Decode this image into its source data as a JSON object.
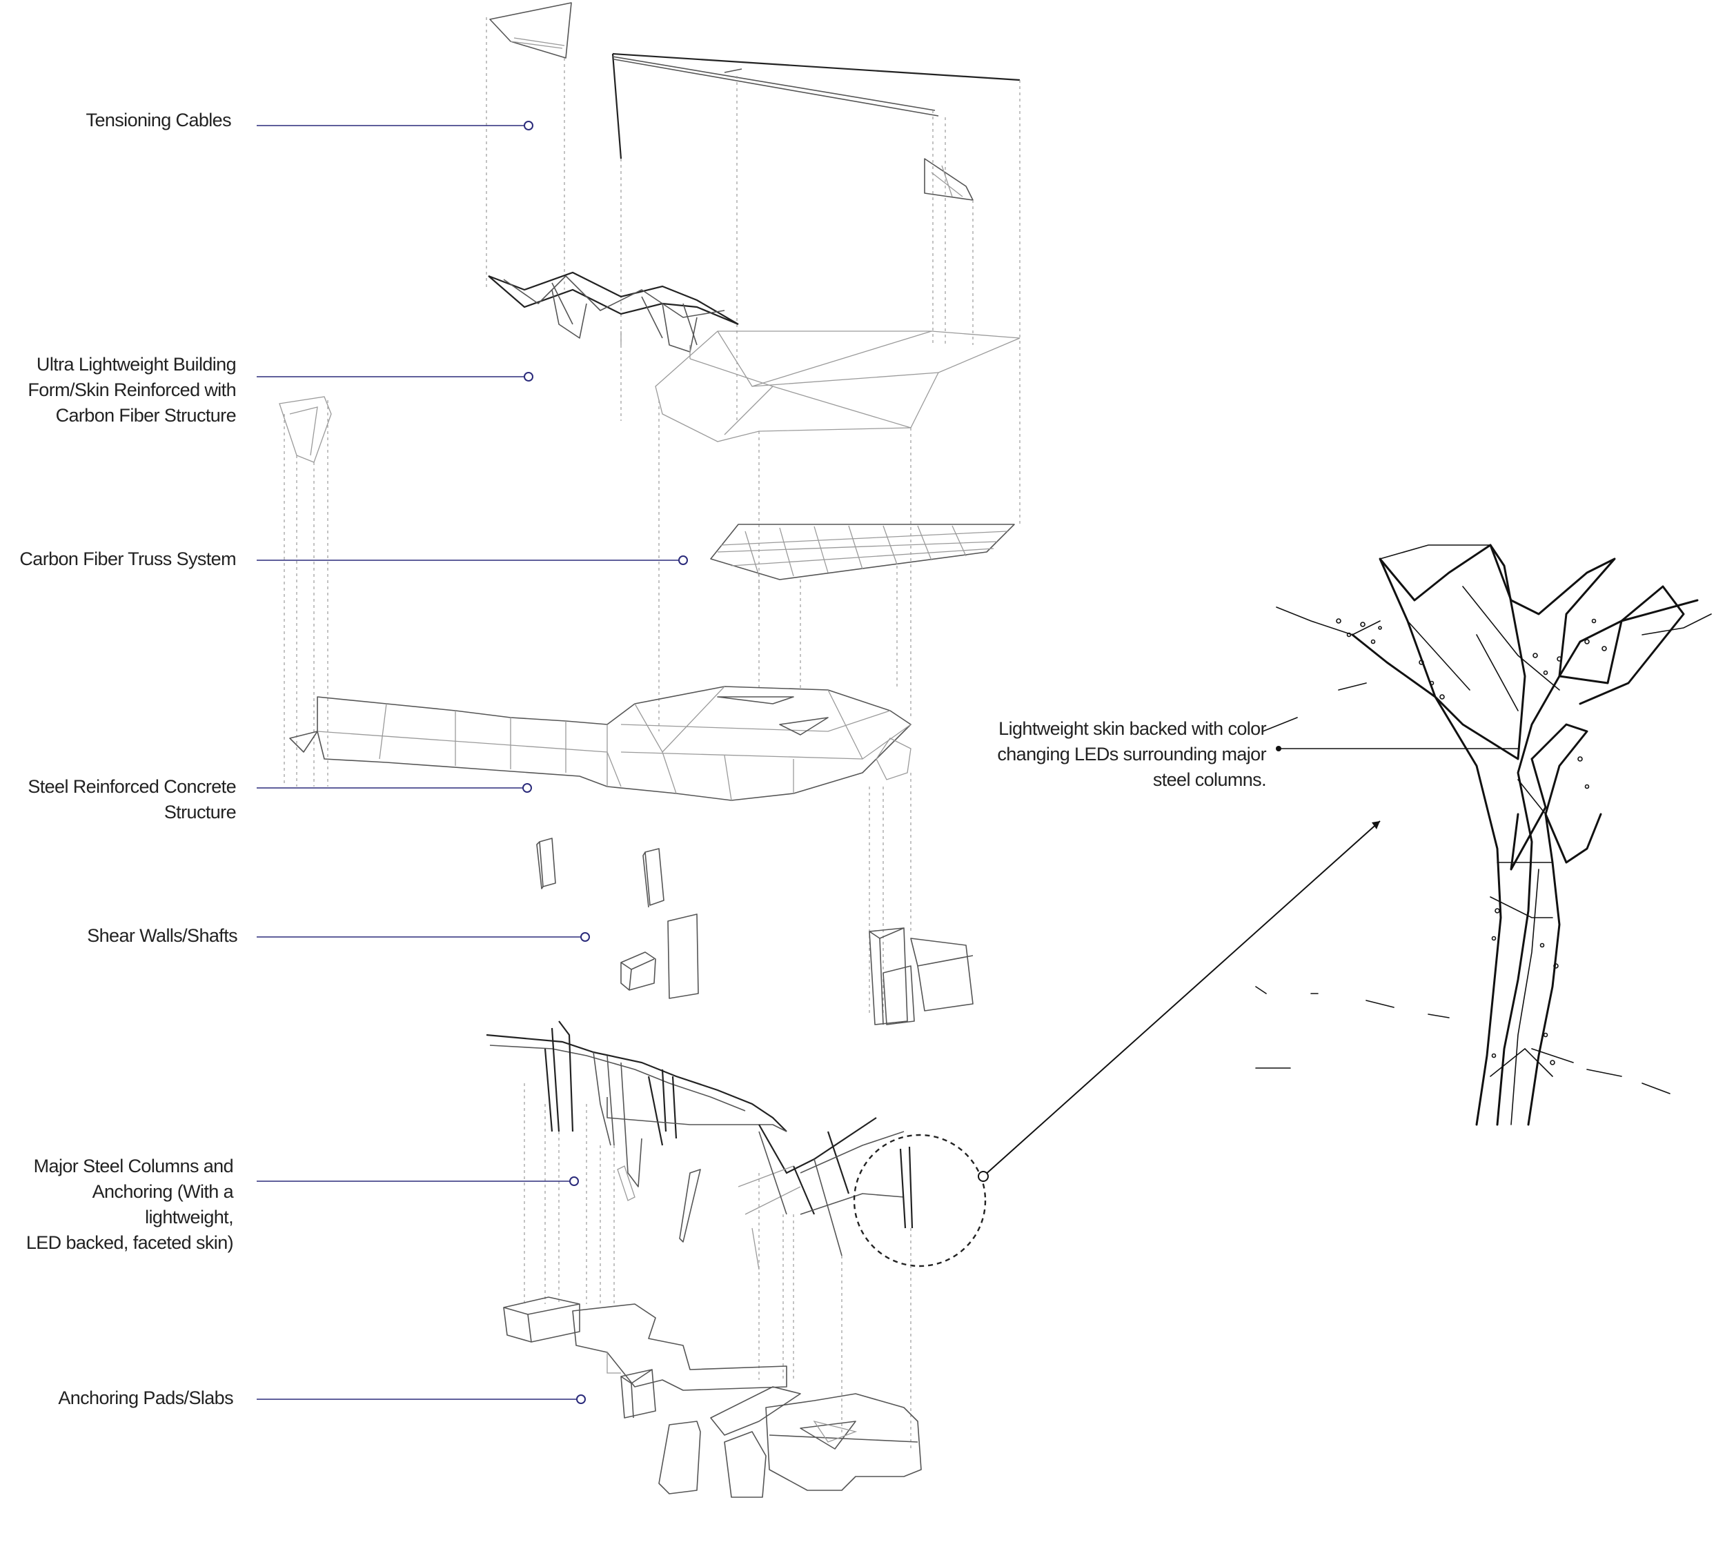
{
  "labels": {
    "tensioning_cables": "Tensioning Cables",
    "skin": "Ultra Lightweight Building\nForm/Skin Reinforced with\nCarbon Fiber Structure",
    "truss": "Carbon Fiber Truss System",
    "concrete": "Steel Reinforced Concrete\nStructure",
    "shear": "Shear Walls/Shafts",
    "columns": "Major Steel Columns and\nAnchoring (With a lightweight,\nLED backed, faceted skin)",
    "pads": "Anchoring Pads/Slabs",
    "detail": "Lightweight skin backed with color\nchanging LEDs surrounding major\nsteel columns."
  },
  "colors": {
    "callout": "#2a2a7a",
    "ink": "#111111"
  }
}
